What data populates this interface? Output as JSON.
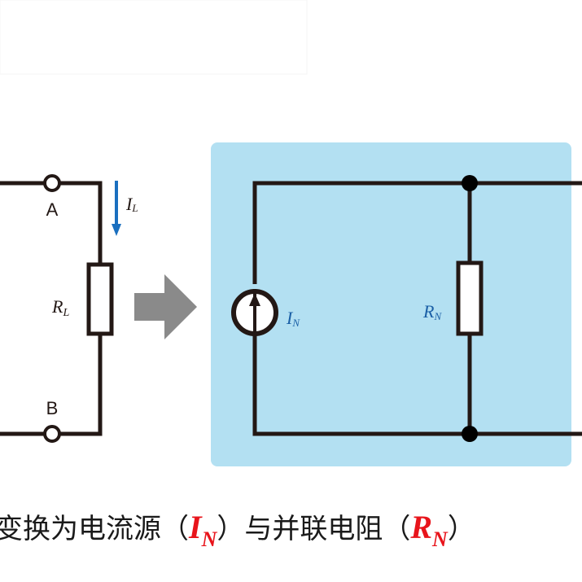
{
  "colors": {
    "wire": "#231815",
    "panel": "#b3e0f2",
    "arrow_gray": "#8a8a8a",
    "current_arrow": "#1a6fbf",
    "label_blue": "#1a5fa6",
    "label_dark": "#231815",
    "highlight_red": "#e8141b"
  },
  "left_circuit": {
    "terminal_a": "A",
    "terminal_b": "B",
    "load_resistor": {
      "symbol": "R",
      "subscript": "L"
    },
    "load_current": {
      "symbol": "I",
      "subscript": "L",
      "direction": "down"
    }
  },
  "transform_arrow": {
    "direction": "right"
  },
  "norton_panel": {
    "current_source": {
      "symbol": "I",
      "subscript": "N",
      "direction": "up"
    },
    "parallel_resistor": {
      "symbol": "R",
      "subscript": "N"
    }
  },
  "caption": {
    "text_1": "变换为电流源（",
    "var_1": {
      "symbol": "I",
      "subscript": "N"
    },
    "text_2": "）与并联电阻（",
    "var_2": {
      "symbol": "R",
      "subscript": "N"
    },
    "text_3": "）"
  }
}
